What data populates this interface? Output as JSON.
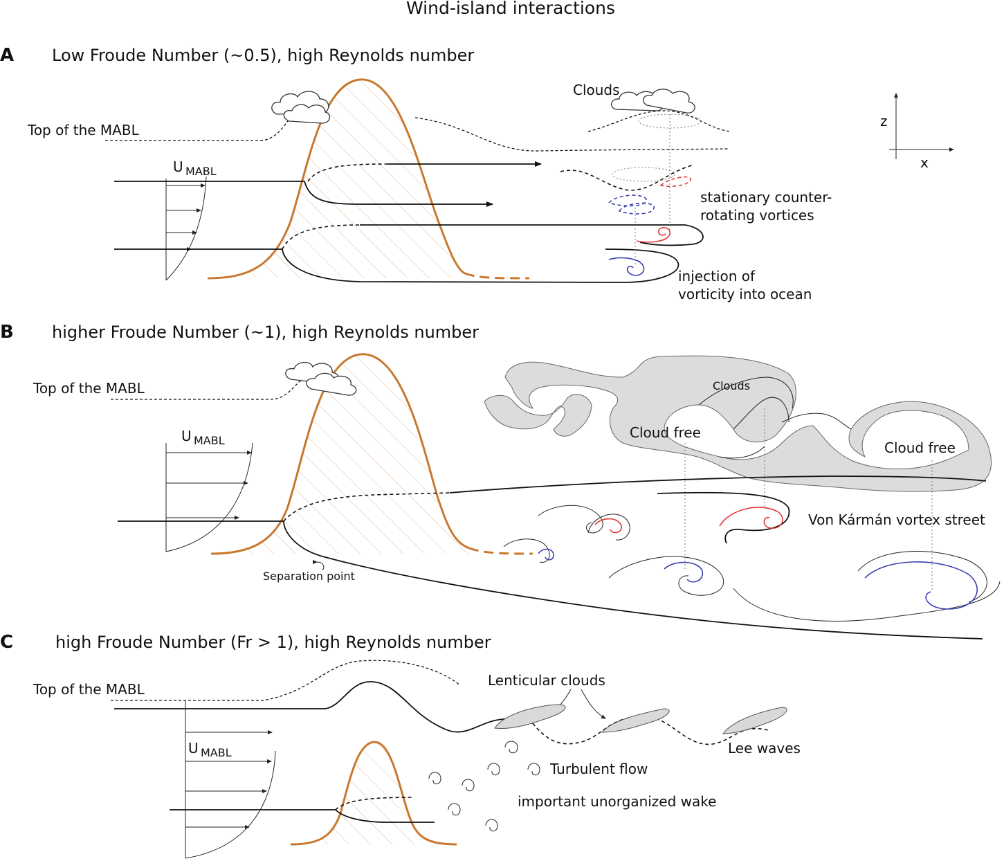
{
  "title": "Wind-island interactions",
  "panels": [
    {
      "letter": "A",
      "title": "Low Froude Number (~0.5), high Reynolds number",
      "labels": {
        "mabl_top": "Top of the MABL",
        "u_main": "U",
        "u_sub": "MABL",
        "clouds": "Clouds",
        "axis_z": "z",
        "axis_x": "x",
        "vortices_line1": "stationary counter-",
        "vortices_line2": "rotating vortices",
        "injection_line1": "injection of",
        "injection_line2": "vorticity into ocean"
      }
    },
    {
      "letter": "B",
      "title": "higher Froude Number (~1), high Reynolds number",
      "labels": {
        "mabl_top": "Top of the MABL",
        "u_main": "U",
        "u_sub": "MABL",
        "clouds": "Clouds",
        "cloud_free_1": "Cloud free",
        "cloud_free_2": "Cloud free",
        "vortex_street": "Von Kármán vortex street",
        "separation": "Separation point"
      }
    },
    {
      "letter": "C",
      "title": "high Froude Number (Fr > 1), high Reynolds number",
      "labels": {
        "mabl_top": "Top of the MABL",
        "u_main": "U",
        "u_sub": "MABL",
        "lenticular": "Lenticular clouds",
        "lee_waves": "Lee waves",
        "turbulent": "Turbulent flow",
        "wake": "important unorganized wake"
      }
    }
  ],
  "colors": {
    "island": "#c8782f",
    "island_hatch": "#eab890",
    "vortex_cyclonic": "#e0383a",
    "vortex_anticyclonic": "#3a3fae",
    "cloud_fill": "#dcdcdc"
  }
}
